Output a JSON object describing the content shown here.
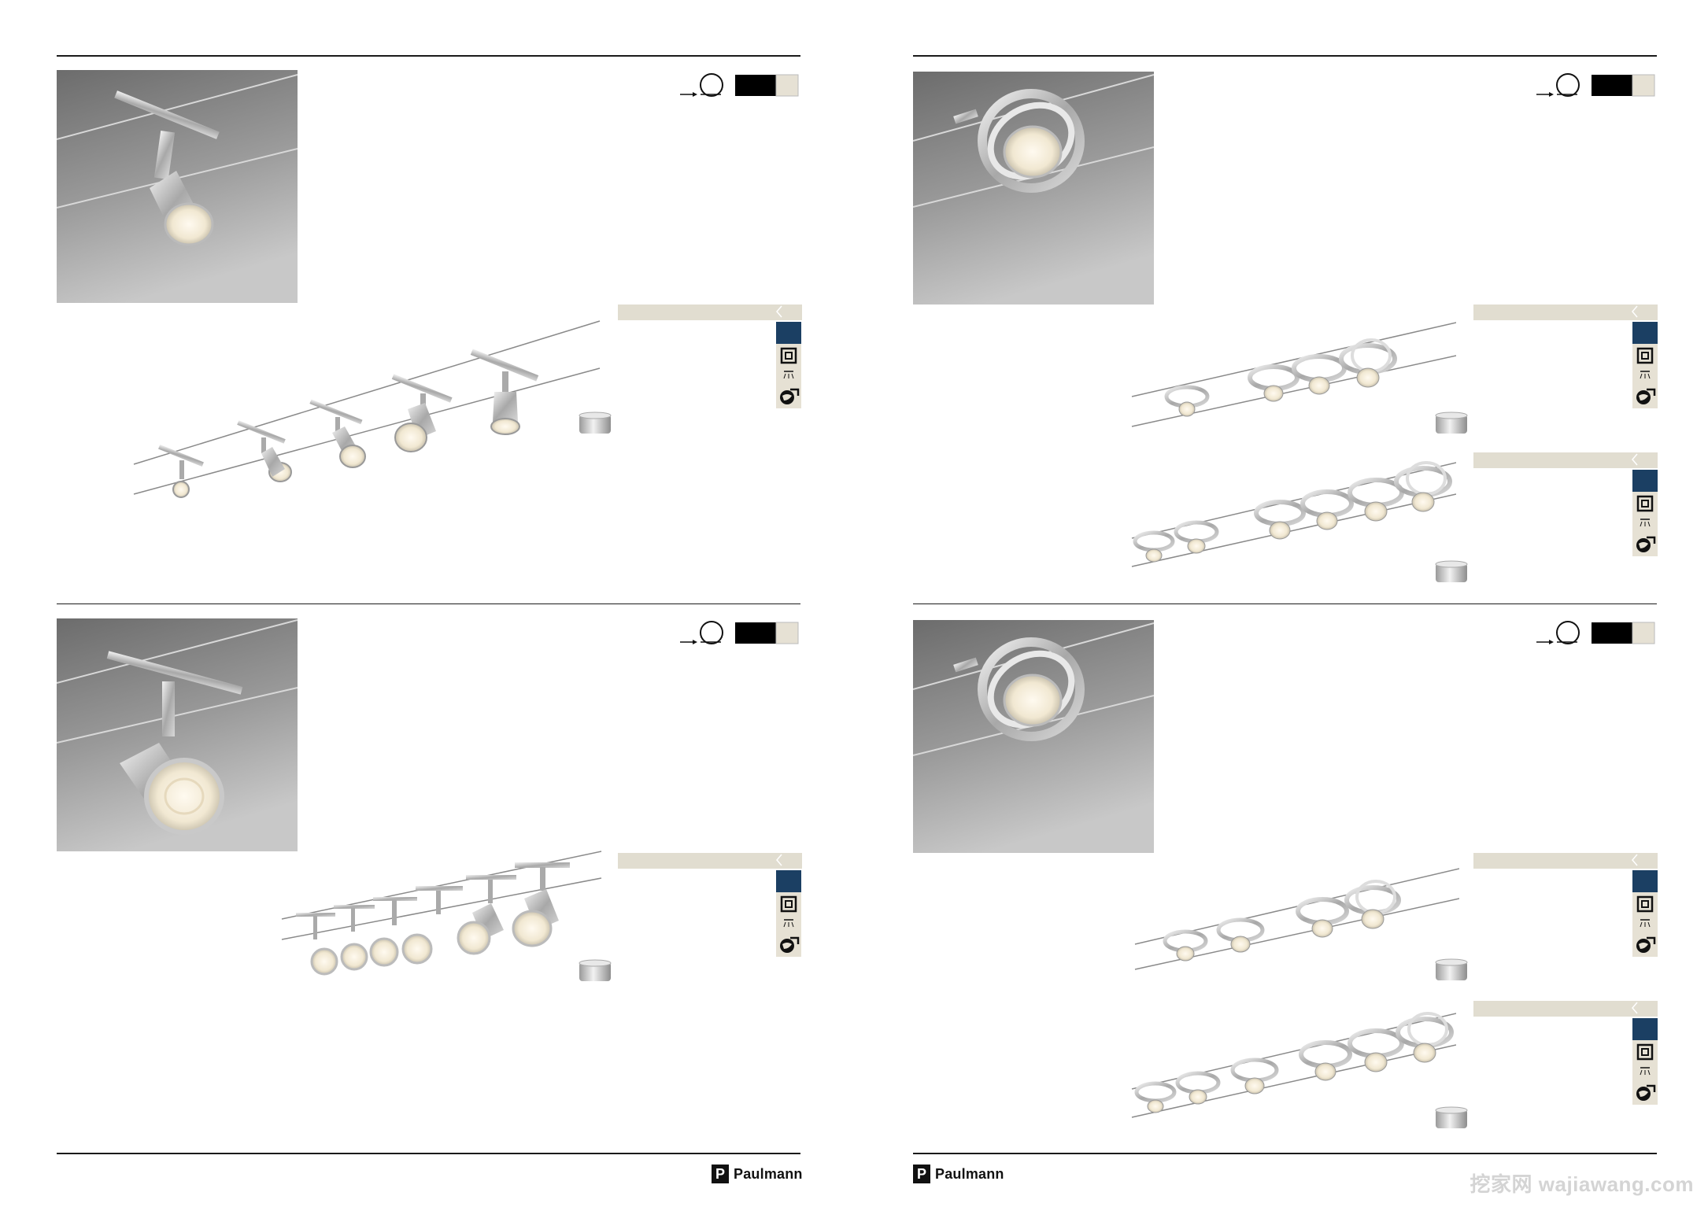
{
  "footer": {
    "brand_left": "Paulmann",
    "brand_right": "Paulmann",
    "logo_letter": "P"
  },
  "watermark": "挖家网 wajiawang.com",
  "colors": {
    "rule": "#1a1a1a",
    "tag_band": "#e1ddd0",
    "icon_blue": "#1b3f63",
    "icon_tan": "#e6e1d4"
  },
  "panels": [
    {
      "id": "top-left",
      "fixture": "spot"
    },
    {
      "id": "top-right",
      "fixture": "ring"
    },
    {
      "id": "bottom-left",
      "fixture": "cone"
    },
    {
      "id": "bottom-right",
      "fixture": "ring"
    }
  ],
  "icons": [
    "square-frame-icon",
    "ceiling-light-icon",
    "globe-arrow-icon"
  ]
}
